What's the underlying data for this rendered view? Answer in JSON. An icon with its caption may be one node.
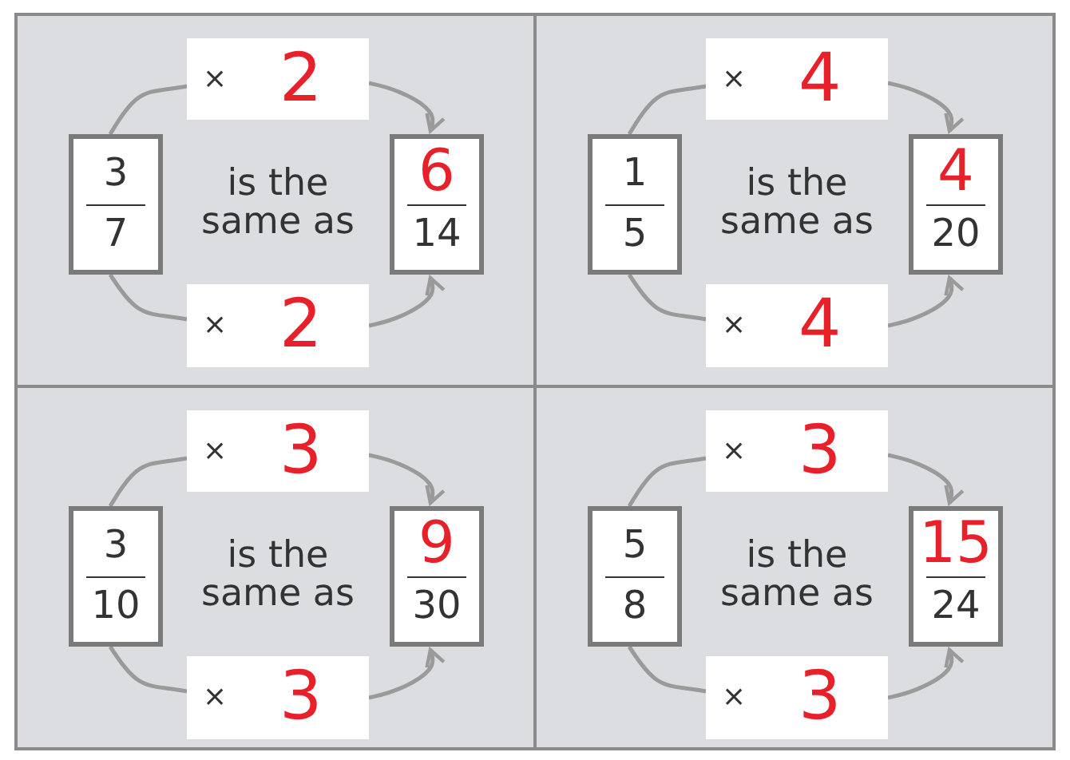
{
  "diagram": {
    "nodes": [
      {
        "text": [],
        "shape": "box"
      },
      {
        "text": [
          "×",
          "2"
        ],
        "in": 0
      },
      {
        "text": [
          "3",
          "7"
        ],
        "in": 0
      },
      {
        "text": [
          "6",
          "14"
        ],
        "in": 0
      },
      {
        "text": [
          "×",
          "2"
        ],
        "in": 0
      },
      {
        "text": [],
        "shape": "box"
      },
      {
        "text": [
          "×",
          "4"
        ],
        "in": 5
      },
      {
        "text": [
          "1",
          "5"
        ],
        "in": 5
      },
      {
        "text": [
          "4",
          "20"
        ],
        "in": 5
      },
      {
        "text": [
          "×",
          "4"
        ],
        "in": 5
      },
      {
        "text": [],
        "shape": "box"
      },
      {
        "text": [
          "×",
          "3"
        ],
        "in": 10
      },
      {
        "text": [
          "3",
          "10"
        ],
        "in": 10
      },
      {
        "text": [
          "9",
          "30"
        ],
        "in": 10
      },
      {
        "text": [
          "×",
          "3"
        ],
        "in": 10
      },
      {
        "text": [],
        "shape": "box"
      },
      {
        "text": [
          "×",
          "3"
        ],
        "in": 15
      },
      {
        "text": [
          "5",
          "8"
        ],
        "in": 15
      },
      {
        "text": [
          "15",
          "24"
        ],
        "in": 15
      },
      {
        "text": [
          "×",
          "3"
        ],
        "in": 15
      }
    ],
    "edges": [
      {
        "from": 2,
        "to": 1,
        "arrow": "none"
      },
      {
        "from": 1,
        "to": 3,
        "arrow": "to"
      },
      {
        "from": 2,
        "to": 4,
        "arrow": "none"
      },
      {
        "from": 4,
        "to": 3,
        "arrow": "to"
      },
      {
        "from": 7,
        "to": 6,
        "arrow": "none"
      },
      {
        "from": 6,
        "to": 8,
        "arrow": "to"
      },
      {
        "from": 7,
        "to": 9,
        "arrow": "none"
      },
      {
        "from": 9,
        "to": 8,
        "arrow": "to"
      },
      {
        "from": 12,
        "to": 11,
        "arrow": "none"
      },
      {
        "from": 11,
        "to": 13,
        "arrow": "to"
      },
      {
        "from": 12,
        "to": 14,
        "arrow": "none"
      },
      {
        "from": 14,
        "to": 13,
        "arrow": "to"
      },
      {
        "from": 17,
        "to": 16,
        "arrow": "none"
      },
      {
        "from": 16,
        "to": 18,
        "arrow": "to"
      },
      {
        "from": 17,
        "to": 19,
        "arrow": "none"
      },
      {
        "from": 19,
        "to": 18,
        "arrow": "to"
      }
    ],
    "labels": [
      "is the same as",
      "is the same as",
      "is the same as",
      "is the same as"
    ]
  }
}
